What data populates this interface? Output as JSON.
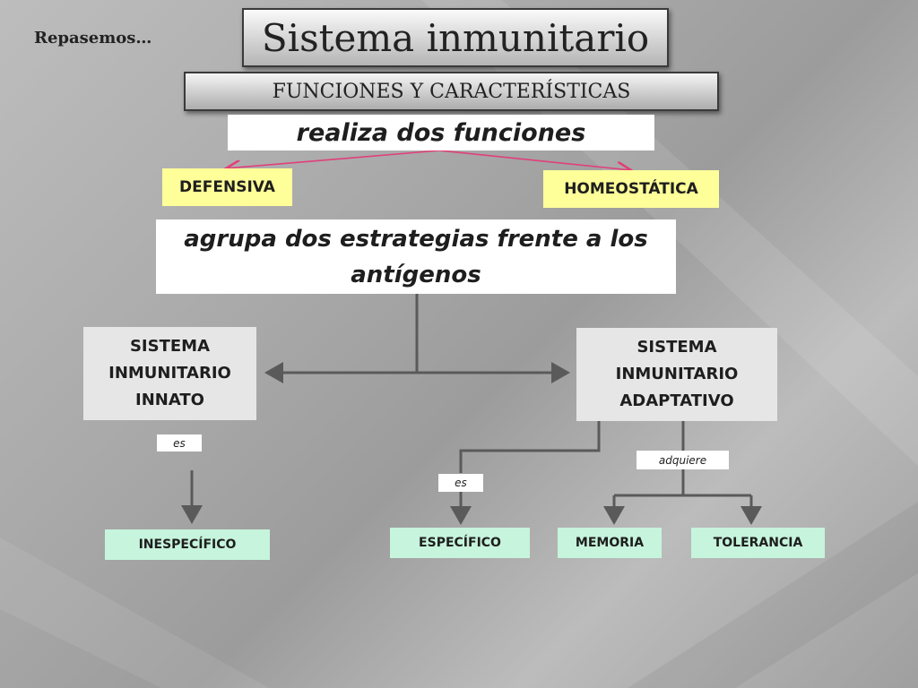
{
  "header": {
    "repasemos": "Repasemos…",
    "title": "Sistema inmunitario",
    "subtitle": "FUNCIONES Y CARACTERÍSTICAS"
  },
  "map": {
    "functions_label": "realiza dos funciones",
    "defensiva": "DEFENSIVA",
    "homeostatica": "HOMEOSTÁTICA",
    "strategies_line1": "agrupa dos estrategias frente a los",
    "strategies_line2": "antígenos",
    "innato": [
      "SISTEMA",
      "INMUNITARIO",
      "INNATO"
    ],
    "adaptativo": [
      "SISTEMA",
      "INMUNITARIO",
      "ADAPTATIVO"
    ],
    "es_innato": "es",
    "es_adaptativo": "es",
    "adquiere": "adquiere",
    "inespecifico": "INESPECÍFICO",
    "especifico": "ESPECÍFICO",
    "memoria": "MEMORIA",
    "tolerancia": "TOLERANCIA"
  },
  "colors": {
    "arrow_pink": "#e0407a",
    "connector_grey": "#5a5a5a",
    "yellow_box": "#ffff99",
    "green_box": "#c6f4dc"
  }
}
